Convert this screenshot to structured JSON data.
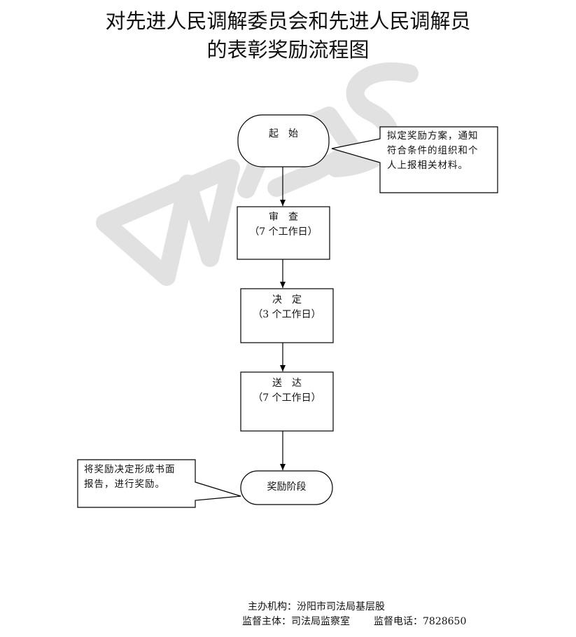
{
  "title": {
    "line1": "对先进人民调解委员会和先进人民调解员",
    "line2": "的表彰奖励流程图"
  },
  "watermark": {
    "text": "WPS",
    "color": "#d9d9d9"
  },
  "flow": {
    "start": {
      "label": "起　始"
    },
    "start_note": {
      "lines": [
        "拟定奖励方案，通知",
        "符合条件的组织和个",
        "人上报相关材料。"
      ]
    },
    "steps": [
      {
        "label": "审　查",
        "duration": "（7 个工作日）"
      },
      {
        "label": "决　定",
        "duration": "（3 个工作日）"
      },
      {
        "label": "送　达",
        "duration": "（7 个工作日）"
      }
    ],
    "end": {
      "label": "奖励阶段"
    },
    "end_note": {
      "lines": [
        "将奖励决定形成书面",
        "报告，进行奖励。"
      ]
    }
  },
  "footer": {
    "organizer_label": "主办机构：",
    "organizer": "汾阳市司法局基层股",
    "supervisor_label": "监督主体：",
    "supervisor": "司法局监察室",
    "phone_label": "监督电话：",
    "phone": "7828650"
  }
}
